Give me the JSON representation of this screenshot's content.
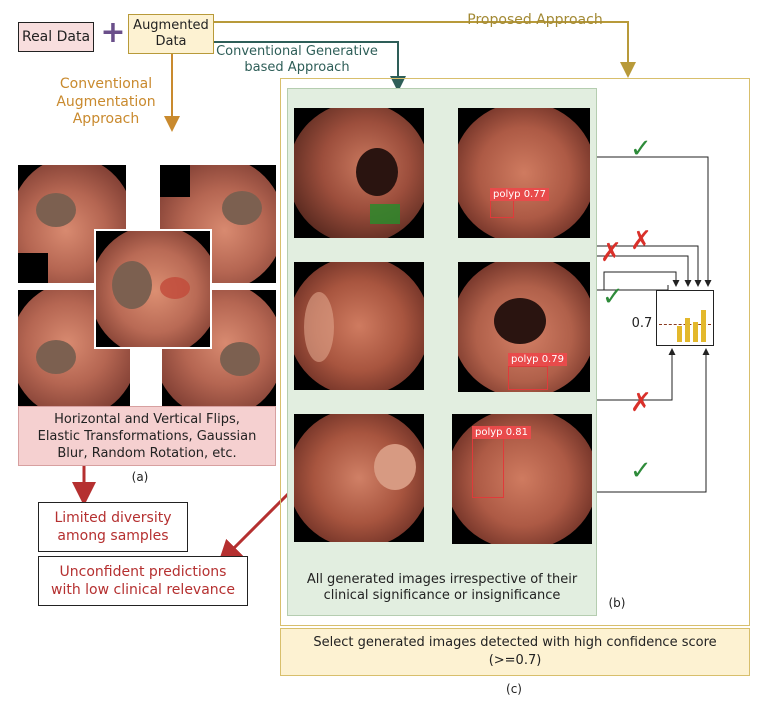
{
  "top": {
    "real_data": "Real Data",
    "plus": "+",
    "augmented_data_line1": "Augmented",
    "augmented_data_line2": "Data",
    "proposed_approach": "Proposed Approach",
    "generative_line1": "Conventional Generative",
    "generative_line2": "based Approach",
    "conventional_line1": "Conventional",
    "conventional_line2": "Augmentation",
    "conventional_line3": "Approach"
  },
  "panel_a": {
    "caption_line1": "Horizontal and Vertical Flips,",
    "caption_line2": "Elastic Transformations, Gaussian",
    "caption_line3": "Blur, Random Rotation, etc.",
    "label": "(a)"
  },
  "outcomes": {
    "limited_line1": "Limited diversity",
    "limited_line2": "among samples",
    "unconfident_line1": "Unconfident predictions",
    "unconfident_line2": "with low clinical relevance"
  },
  "panel_b": {
    "caption_line1": "All generated images irrespective of their",
    "caption_line2": "clinical significance or insignificance",
    "label": "(b)",
    "detections": [
      {
        "label": "polyp  0.77"
      },
      {
        "label": "polyp  0.79"
      },
      {
        "label": "polyp  0.81"
      }
    ]
  },
  "panel_c": {
    "threshold": "0.7",
    "caption_line1": "Select generated images detected with high confidence score",
    "caption_line2": "(>=0.7)",
    "label": "(c)"
  },
  "marks": {
    "check": "✓",
    "cross": "✗"
  },
  "colors": {
    "proposed": "#b89a3a",
    "conventional": "#c98a2e",
    "generative": "#2e5e58",
    "panel_b_fill": "#e2eee0",
    "pink_fill": "#f5d0d0",
    "outcome_red": "#b53030",
    "check_green": "#2e8b3a",
    "cross_red": "#d9302a",
    "panel_c_fill": "#fdf2d2"
  }
}
